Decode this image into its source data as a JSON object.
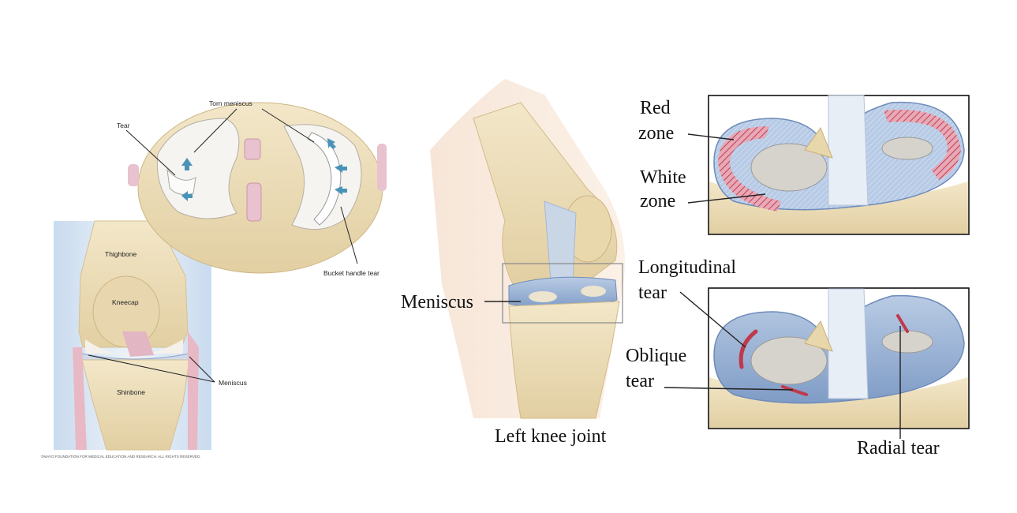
{
  "left_panel": {
    "labels": {
      "torn_meniscus": "Torn meniscus",
      "tear": "Tear",
      "bucket_handle_tear": "Bucket handle tear",
      "thighbone": "Thighbone",
      "kneecap": "Kneecap",
      "meniscus": "Meniscus",
      "shinbone": "Shinbone"
    },
    "copyright": "©MAYO FOUNDATION FOR MEDICAL EDUCATION AND RESEARCH. ALL RIGHTS RESERVED."
  },
  "middle_panel": {
    "meniscus_label": "Meniscus",
    "caption": "Left knee joint"
  },
  "right_top_panel": {
    "red_zone": [
      "Red",
      "zone"
    ],
    "white_zone": [
      "White",
      "zone"
    ]
  },
  "right_bottom_panel": {
    "longitudinal_tear": [
      "Longitudinal",
      "tear"
    ],
    "oblique_tear": [
      "Oblique",
      "tear"
    ],
    "radial_tear": "Radial tear"
  },
  "colors": {
    "bone": "#ecdcb7",
    "cartilage": "#f4f1ea",
    "meniscus_blue": "#9fb7d8",
    "ligament_pink": "#e3b6c4",
    "tear_red": "#c0394b",
    "arrow_blue": "#4a93b8"
  }
}
